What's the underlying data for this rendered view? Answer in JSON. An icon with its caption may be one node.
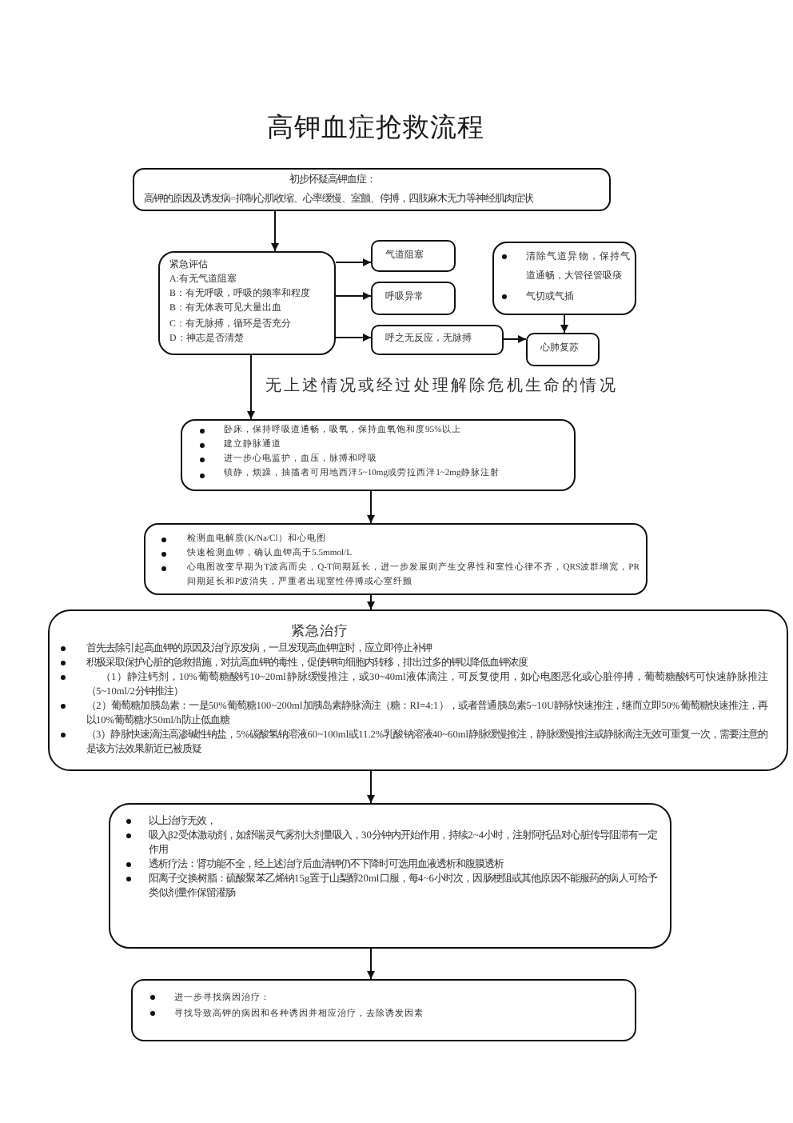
{
  "diagram": {
    "title": "高钾血症抢救流程",
    "nodes": [
      {
        "text": [
          "初步怀疑高钾血症：",
          "高钾的原因及诱发病=抑制心肌收缩、心率缓慢、室颤、停搏，四肢麻木无力等神经肌肉症状"
        ]
      },
      {
        "text": [
          "紧急评估",
          "A:有无气道阻塞",
          "B：有无呼吸，呼吸的频率和程度",
          "B：有无体表可见大量出血",
          "C：有无脉搏，循环是否充分",
          "D：神志是否清楚"
        ]
      },
      {
        "text": [
          "气道阻塞"
        ]
      },
      {
        "text": [
          "清除气道异物，保持气道通畅，大管径管吸痰",
          "气切或气插"
        ]
      },
      {
        "text": [
          "呼吸异常"
        ]
      },
      {
        "text": [
          "呼之无反应，无脉搏"
        ]
      },
      {
        "text": [
          "心肺复苏"
        ]
      },
      {
        "text": [
          "卧床，保持呼吸道通畅，吸氧，保持血氧饱和度95%以上",
          "建立静脉通道",
          "进一步心电监护，血压，脉搏和呼吸",
          "镇静，烦躁，抽搐者可用地西泮5~10mg或劳拉西泮1~2mg静脉注射"
        ]
      },
      {
        "text": [
          "检测血电解质(K/Na/Cl）和心电图",
          "快速检测血钾，确认血钾高于5.5mmol/L",
          "心电图改变早期为T波高而尖，Q-T间期延长，进一步发展则产生交界性和室性心律不齐，QRS波群增宽，PR间期延长和P波消失，严重者出现室性停搏或心室纤颤"
        ]
      },
      {
        "text": [
          "紧急治疗",
          "首先去除引起高血钾的原因及治疗原发病，一旦发现高血钾症时，应立即停止补钾",
          "积极采取保护心脏的急救措施，对抗高血钾的毒性，促使钾向细胞内转移，排出过多的钾以降低血钾浓度",
          "（1）静注钙剂，10%葡萄糖酸钙10~20ml静脉缓慢推注，或30~40ml液体滴注，可反复使用，如心电图恶化或心脏停搏，葡萄糖酸钙可快速静脉推注（5~10ml/2分钟推注）",
          "（2）葡萄糖加胰岛素：一是50%葡萄糖100~200ml加胰岛素静脉滴注（糖：RI=4:1），或者普通胰岛素5~10U静脉快速推注，继而立即50%葡萄糖快速推注，再以10%葡萄糖水50ml/h防止低血糖",
          "（3）静脉快速滴注高渗碱性钠盐，5%碳酸氢钠溶液60~100ml或11.2%乳酸钠溶液40~60ml静脉缓慢推注，静脉缓慢推注或静脉滴注无效可重复一次，需要注意的是该方法效果新近已被质疑"
        ]
      },
      {
        "text": [
          "以上治疗无效，",
          "吸入β2受体激动剂，如舒喘灵气雾剂大剂量吸入，30分钟内开始作用，持续2~4小时，注射阿托品对心脏传导阻滞有一定作用",
          "透析疗法：肾功能不全，经上述治疗后血清钾仍不下降时可选用血液透析和腹膜透析",
          "阳离子交换树脂：硫酸聚苯乙烯钠15g置于山梨醇20ml口服，每4~6小时次，因肠梗阻或其他原因不能服药的病人可给予类似剂量作保留灌肠"
        ]
      },
      {
        "text": [
          "进一步寻找病因治疗：",
          "寻找导致高钾的病因和各种诱因并相应治疗，去除诱发因素"
        ]
      }
    ],
    "edges": [
      {
        "from": 0,
        "to": 1,
        "arrow": "to"
      },
      {
        "from": 1,
        "to": 2,
        "arrow": "to"
      },
      {
        "from": 1,
        "to": 4,
        "arrow": "to"
      },
      {
        "from": 1,
        "to": 5,
        "arrow": "to"
      },
      {
        "from": 3,
        "to": 6,
        "arrow": "to"
      },
      {
        "from": 5,
        "to": 6,
        "arrow": "to"
      },
      {
        "from": 1,
        "to": 7,
        "arrow": "to",
        "label": "无上述情况或经过处理解除危机生命的情况"
      },
      {
        "from": 7,
        "to": 8,
        "arrow": "to"
      },
      {
        "from": 8,
        "to": 9,
        "arrow": "to"
      },
      {
        "from": 9,
        "to": 10,
        "arrow": "to"
      },
      {
        "from": 10,
        "to": 11,
        "arrow": "to"
      }
    ]
  }
}
